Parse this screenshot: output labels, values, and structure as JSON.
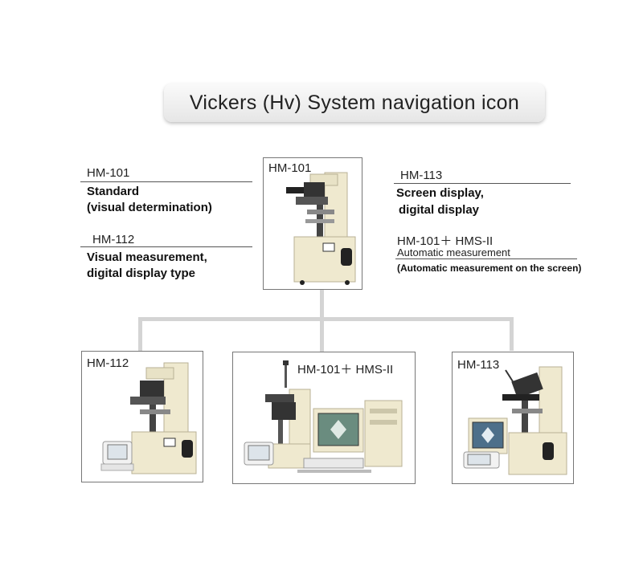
{
  "title": "Vickers (Hv) System navigation icon",
  "left_notes": [
    {
      "model": "HM-101",
      "lines": [
        "Standard",
        "(visual determination)"
      ]
    },
    {
      "model": "HM-112",
      "lines": [
        "Visual measurement,",
        "digital display type"
      ]
    }
  ],
  "right_notes": [
    {
      "model": "HM-113",
      "lines": [
        "Screen display,",
        "digital display"
      ]
    },
    {
      "model": "HM-101＋ HMS-II",
      "subtitle": "Automatic measurement",
      "lines": [
        "(Automatic measurement on the screen)"
      ]
    }
  ],
  "center_box": {
    "label": "HM-101"
  },
  "bottom_boxes": [
    {
      "label": "HM-112"
    },
    {
      "label": "HM-101＋ HMS-II"
    },
    {
      "label": "HM-113"
    }
  ],
  "colors": {
    "connector": "#d4d4d4",
    "machine_body": "#efe9cf",
    "machine_dark": "#222222"
  }
}
